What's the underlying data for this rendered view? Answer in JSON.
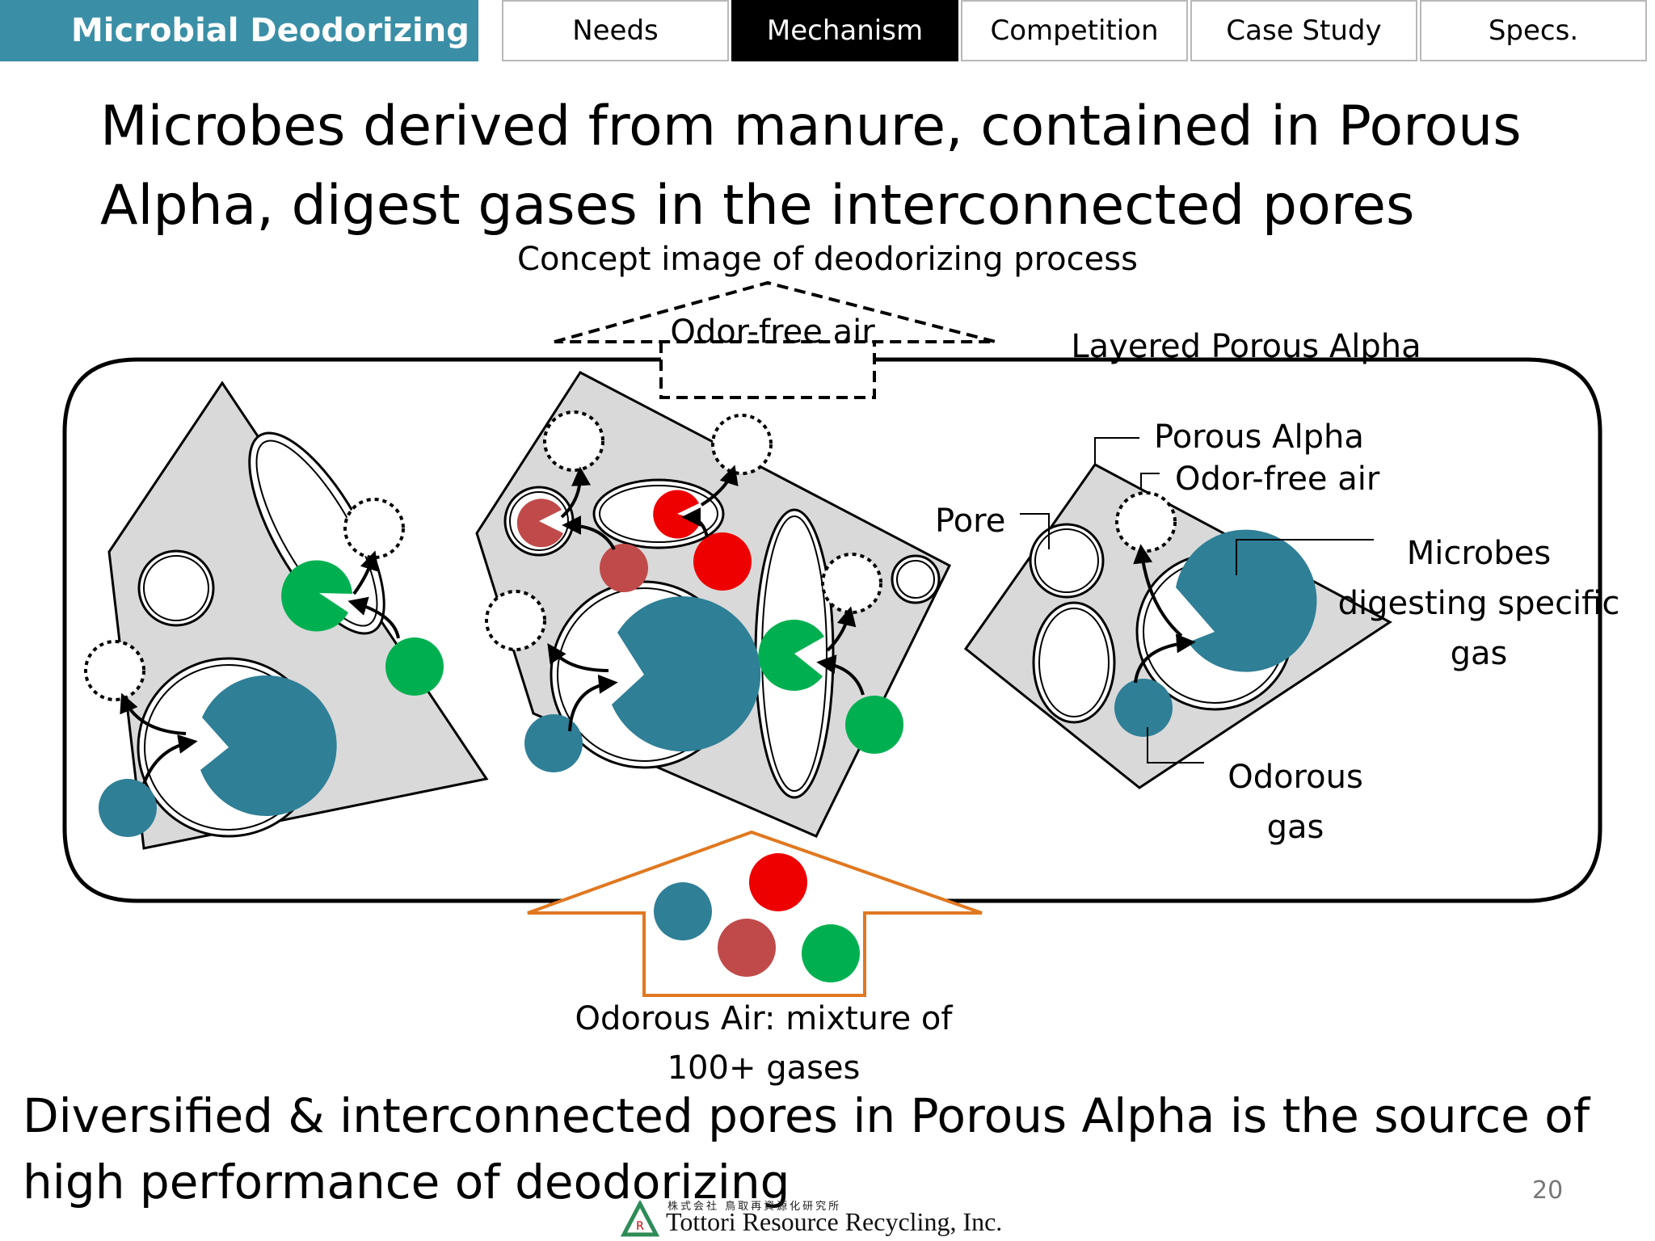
{
  "header": {
    "brand": "Microbial Deodorizing",
    "tabs": [
      {
        "label": "Needs",
        "active": false
      },
      {
        "label": "Mechanism",
        "active": true
      },
      {
        "label": "Competition",
        "active": false
      },
      {
        "label": "Case Study",
        "active": false
      },
      {
        "label": "Specs.",
        "active": false
      }
    ]
  },
  "title": {
    "line1": "Microbes derived from manure, contained in Porous",
    "line2": "Alpha, digest gases in the interconnected pores"
  },
  "diagram": {
    "caption": "Concept image of deodorizing process",
    "labels": {
      "odor_free_air_top": "Odor-free air",
      "layered_porous_alpha": "Layered Porous Alpha",
      "porous_alpha": "Porous Alpha",
      "odor_free_air": "Odor-free air",
      "pore": "Pore",
      "microbes_line1": "Microbes",
      "microbes_line2": "digesting specific",
      "microbes_line3": "gas",
      "odorous_gas_line1": "Odorous",
      "odorous_gas_line2": "gas",
      "odorous_air_line1": "Odorous Air: mixture of",
      "odorous_air_line2": "100+ gases"
    },
    "colors": {
      "microbe_teal": "#2f7f96",
      "gas_red": "#ee0000",
      "gas_darkred": "#c04a4a",
      "gas_green": "#00b050",
      "particle_gray": "#d9d9d9",
      "inlet_arrow": "#e07820"
    }
  },
  "bottom": {
    "line1": "Diversified & interconnected pores in Porous Alpha is the source of",
    "line2": "high performance of deodorizing"
  },
  "page_number": "20",
  "footer": {
    "company_jp": "株式会社 鳥取再資源化研究所",
    "company_en": "Tottori Resource Recycling, Inc."
  }
}
